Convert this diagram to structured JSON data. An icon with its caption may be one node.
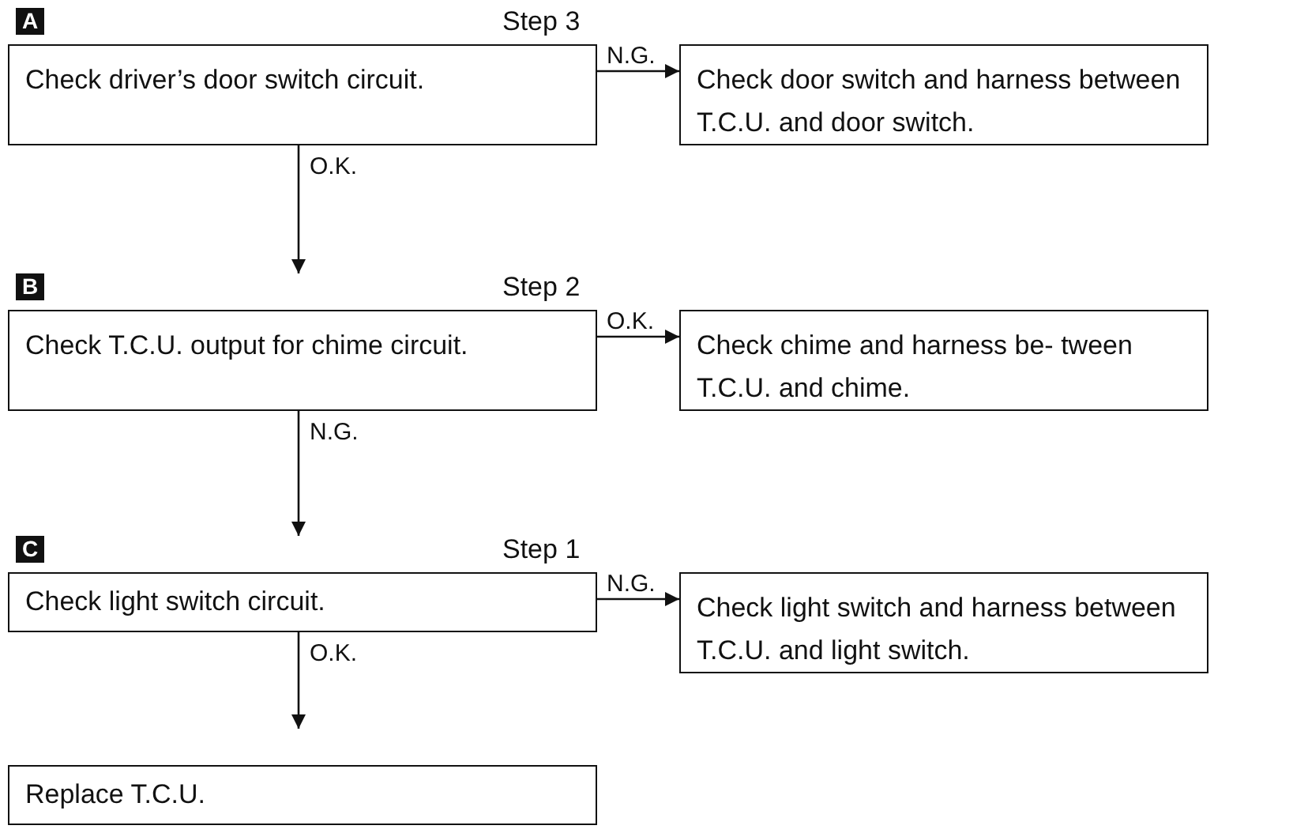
{
  "diagram": {
    "nodes": [
      {
        "text": [
          "Check driver’s door switch circuit."
        ],
        "beside": [
          "A",
          "Step 3"
        ]
      },
      {
        "text": [
          "Check door switch and harness between T.C.U. and door switch."
        ]
      },
      {
        "text": [
          "Check T.C.U. output for chime circuit."
        ],
        "beside": [
          "B",
          "Step 2"
        ]
      },
      {
        "text": [
          "Check chime and harness be- tween T.C.U. and chime."
        ]
      },
      {
        "text": [
          "Check light switch circuit."
        ],
        "beside": [
          "C",
          "Step 1"
        ]
      },
      {
        "text": [
          "Check light switch and harness between T.C.U. and light switch."
        ]
      },
      {
        "text": [
          "Replace T.C.U."
        ]
      }
    ],
    "edges": [
      {
        "from": 0,
        "to": 1,
        "arrow": "to",
        "label": "N.G."
      },
      {
        "from": 0,
        "to": 2,
        "arrow": "to",
        "label": "O.K."
      },
      {
        "from": 2,
        "to": 3,
        "arrow": "to",
        "label": "O.K."
      },
      {
        "from": 2,
        "to": 4,
        "arrow": "to",
        "label": "N.G."
      },
      {
        "from": 4,
        "to": 5,
        "arrow": "to",
        "label": "N.G."
      },
      {
        "from": 4,
        "to": 6,
        "arrow": "to",
        "label": "O.K."
      }
    ]
  }
}
